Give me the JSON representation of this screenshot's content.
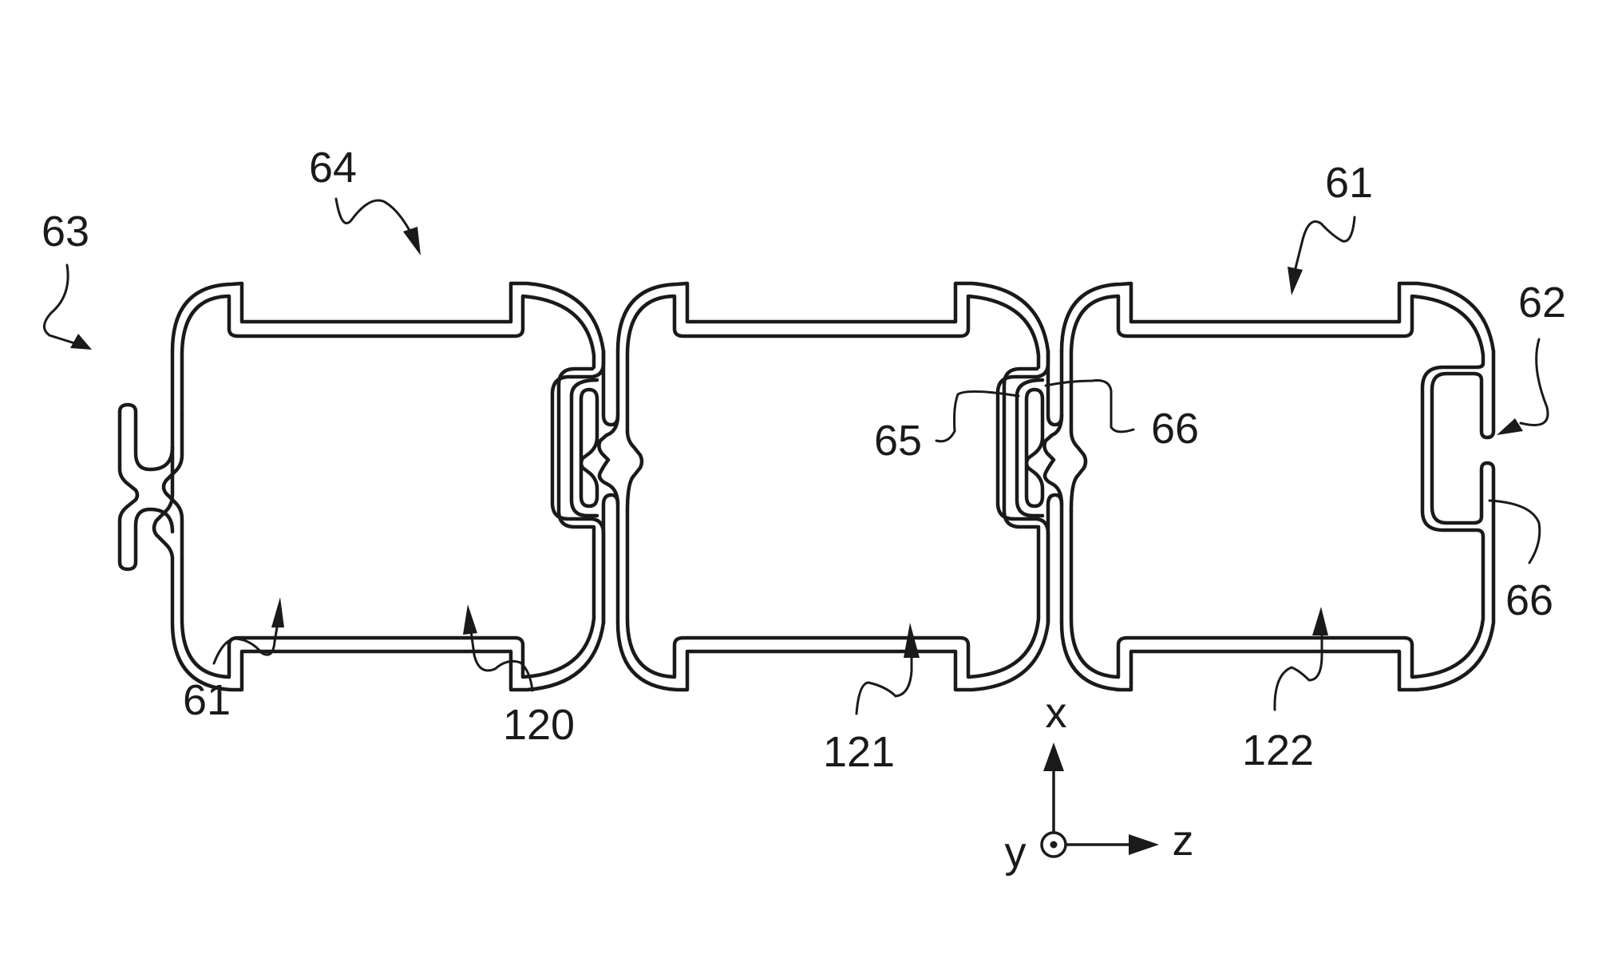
{
  "figure": {
    "type": "patent cross-section diagram",
    "description": "Three interlocking hollow profile elements joined by snap-fit connections, with reference numerals and coordinate axes"
  },
  "elements": [
    {
      "id": "element-120",
      "label": "120"
    },
    {
      "id": "element-121",
      "label": "121"
    },
    {
      "id": "element-122",
      "label": "122"
    }
  ],
  "reference_labels": {
    "ref_63": "63",
    "ref_64": "64",
    "ref_61_top": "61",
    "ref_62": "62",
    "ref_65": "65",
    "ref_66_mid": "66",
    "ref_66_right": "66",
    "ref_61_bottom": "61",
    "ref_120": "120",
    "ref_121": "121",
    "ref_122": "122"
  },
  "axes": {
    "up": "x",
    "right": "z",
    "out_of_plane": "y",
    "out_of_plane_symbol": "dot-in-circle"
  },
  "colors": {
    "line": "#1a1a1a",
    "background": "#ffffff"
  }
}
